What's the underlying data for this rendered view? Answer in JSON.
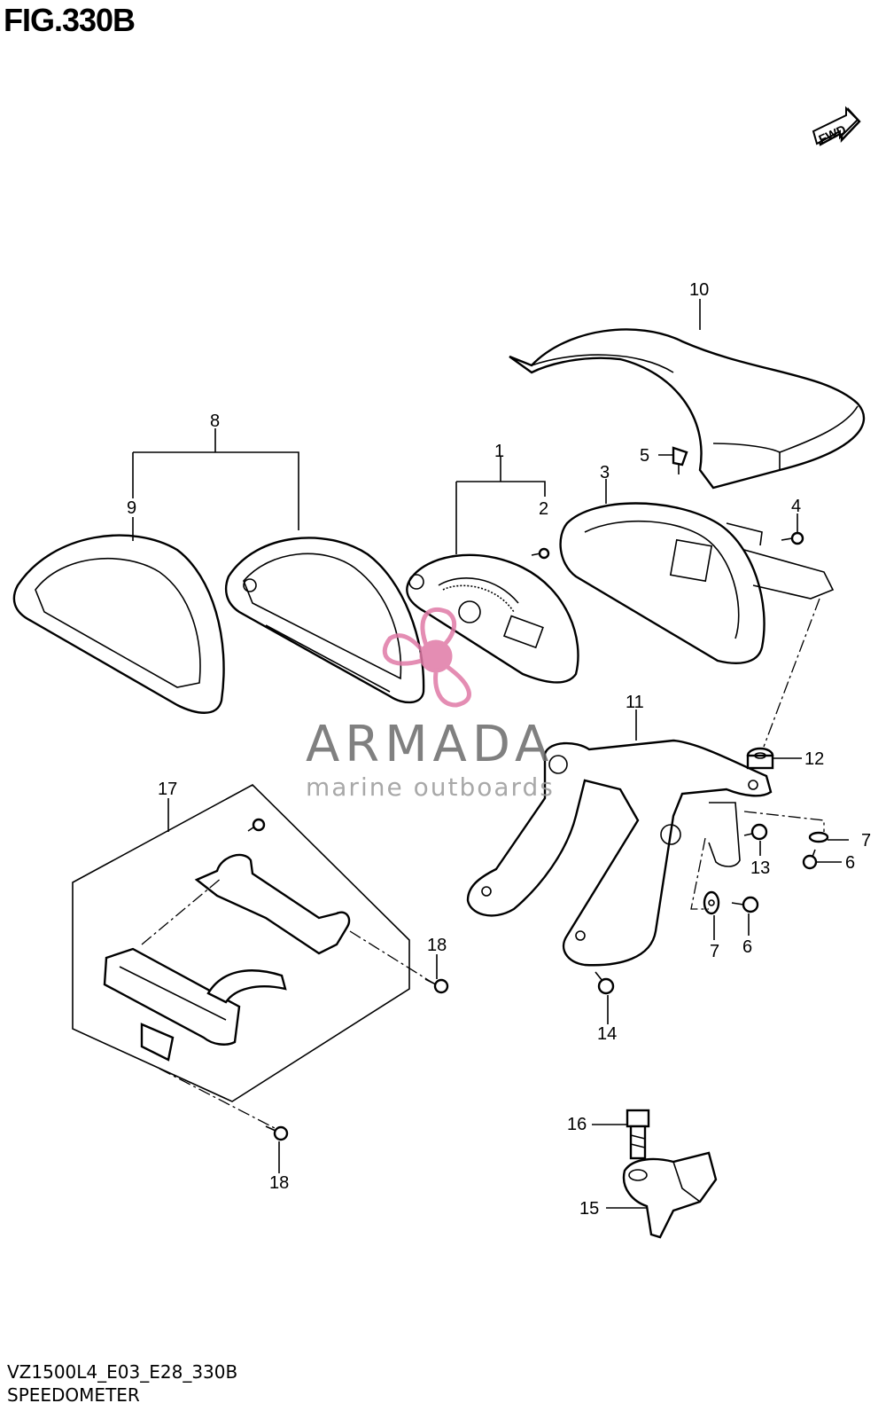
{
  "figure": {
    "title": "FIG.330B",
    "model_code": "VZ1500L4_E03_E28_330B",
    "section_name": "SPEEDOMETER"
  },
  "direction_badge": "FWD",
  "watermark": {
    "name": "ARMADA",
    "tagline": "marine outboards",
    "color": "#e07aa6"
  },
  "callouts": [
    "1",
    "2",
    "3",
    "4",
    "5",
    "6",
    "6",
    "7",
    "7",
    "8",
    "9",
    "10",
    "11",
    "12",
    "13",
    "14",
    "15",
    "16",
    "17",
    "18",
    "18"
  ]
}
